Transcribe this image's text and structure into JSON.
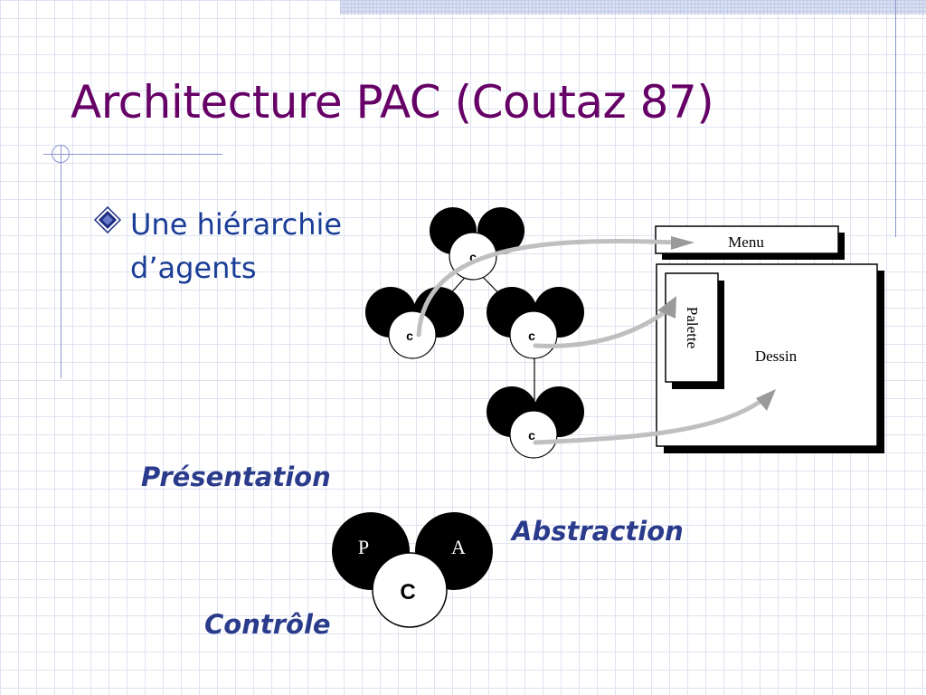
{
  "slide": {
    "title": "Architecture PAC (Coutaz 87)",
    "bullet": {
      "line1": "Une hiérarchie",
      "line2": "d’agents",
      "icon": "diamond-bullet-icon"
    }
  },
  "hierarchy": {
    "node_label": "c"
  },
  "windows": {
    "menu": "Menu",
    "palette": "Palette",
    "drawing": "Dessin"
  },
  "legend": {
    "presentation": "Présentation",
    "abstraction": "Abstraction",
    "control": "Contrôle",
    "p": "P",
    "a": "A",
    "c": "C"
  },
  "colors": {
    "title": "#660066",
    "bullet_text": "#1a3d96",
    "labels": "#2b3b8c",
    "grid": "#dfe3f1",
    "arrow": "#bfbfbf"
  }
}
